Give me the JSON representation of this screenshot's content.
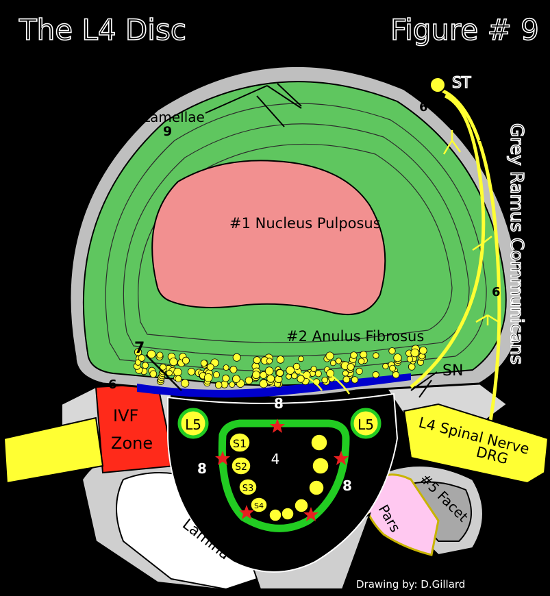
{
  "title": "The L4 Disc",
  "figure_label": "Figure # 9",
  "labels": {
    "lamellae": "Lamellae",
    "nucleus": "#1 Nucleus Pulposus",
    "anulus": "#2 Anulus Fibrosus",
    "st": "ST",
    "grey_ramus": "Grey Ramus Communicans",
    "sn": "SN",
    "spinal_nerve_line1": "L4 Spinal Nerve",
    "spinal_nerve_line2": "DRG",
    "ivf_line1": "IVF",
    "ivf_line2": "Zone",
    "facet": "#5 Facet",
    "pars": "Pars",
    "lamina": "Lamina",
    "credit": "Drawing by: D.Gillard",
    "canal_center": "4",
    "roots": [
      "L5",
      "L5",
      "S1",
      "S2",
      "S3",
      "S4"
    ]
  },
  "numbers": {
    "six": "6",
    "seven": "7",
    "eight": "8",
    "nine": "9"
  },
  "colors": {
    "background": "#000000",
    "disc_outer": "#bfbfbf",
    "anulus": "#5fc65f",
    "nucleus": "#f29090",
    "nerve": "#ffff33",
    "ivf_zone": "#ff2a1a",
    "dura": "#22cc22",
    "canal": "#000000",
    "pars": "#ffc8f0",
    "blue_ligament": "#0000cc",
    "star": "#e82020"
  }
}
